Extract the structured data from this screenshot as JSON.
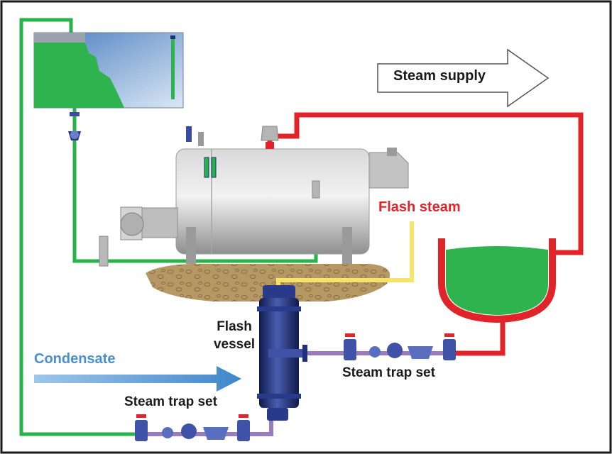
{
  "labels": {
    "steam_supply": "Steam supply",
    "flash_steam": "Flash steam",
    "flash_vessel_line1": "Flash",
    "flash_vessel_line2": "vessel",
    "condensate": "Condensate",
    "steam_trap_set_right": "Steam trap set",
    "steam_trap_set_left": "Steam trap set"
  },
  "colors": {
    "steam_pipe": "#e0242a",
    "flash_steam_pipe": "#f5e36a",
    "feedwater_pipe": "#27b24a",
    "condensate_pipe": "#9a7bbf",
    "condensate_arrow": "#4a90d0",
    "flash_vessel": "#1f2f7a",
    "boiler_shell": "#c9c9c9",
    "tank_water": "#2fb34f",
    "ground": "#b89a6a"
  }
}
